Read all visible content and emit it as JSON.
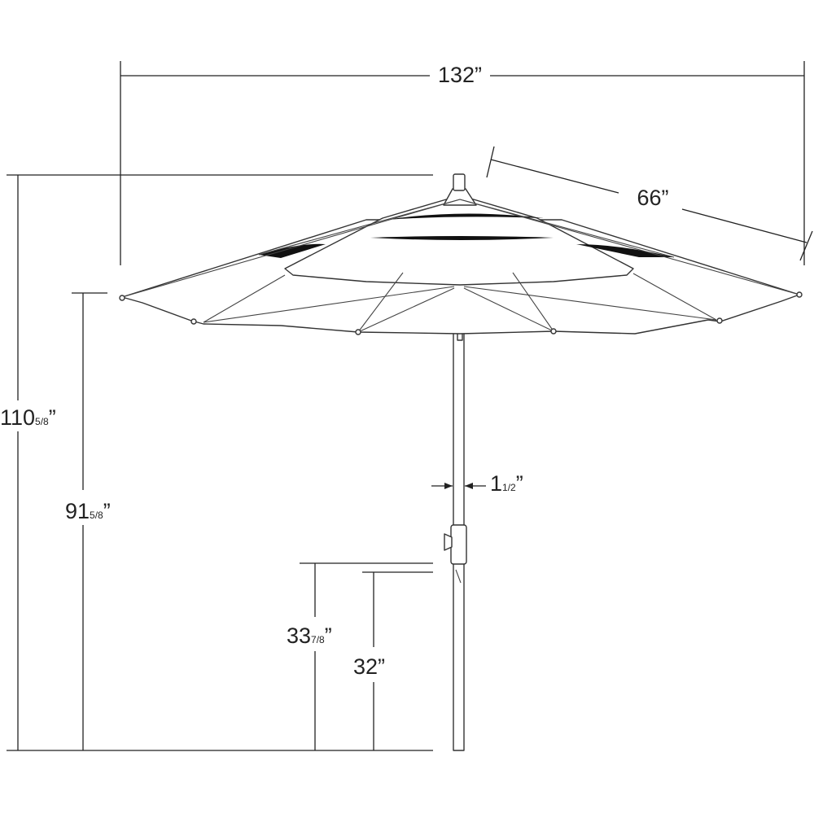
{
  "dimensions": {
    "canopy_width": "132”",
    "rib_length": "66”",
    "overall_height": {
      "whole": "110",
      "fraction": "5/8",
      "unit": "”"
    },
    "clearance_height": {
      "whole": "91",
      "fraction": "5/8",
      "unit": "”"
    },
    "pole_diameter": {
      "whole": "1",
      "fraction": "1/2",
      "unit": "”"
    },
    "crank_height": {
      "whole": "33",
      "fraction": "7/8",
      "unit": "”"
    },
    "tilt_height": "32”"
  },
  "colors": {
    "line": "#222222",
    "canopy_band": "#111111",
    "background": "#ffffff"
  }
}
